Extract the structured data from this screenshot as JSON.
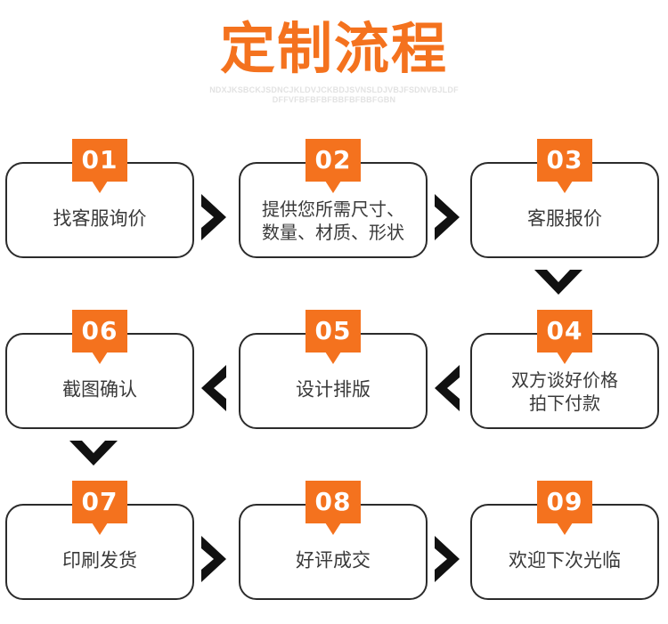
{
  "header": {
    "title": "定制流程",
    "subtitle_lines": [
      "NDXJKSBCKJSDNCJKLDVJCKBDJSVNSLDJVBJFSDNVBJLDF",
      "DFFVFBFBFBFBBFBFBBFGBN"
    ]
  },
  "colors": {
    "accent_orange": "#F4721E",
    "box_border": "#2B2B2B",
    "text_dark": "#3A3A3A",
    "subtitle_gray": "#E2E2E2",
    "background": "#FFFFFF"
  },
  "flow": {
    "rows": [
      {
        "direction": "left-to-right",
        "arrow_glyph": ">",
        "steps": [
          {
            "number": "01",
            "label": "找客服询价",
            "lines": 1
          },
          {
            "number": "02",
            "label": "提供您所需尺寸、\n数量、材质、形状",
            "lines": 2
          },
          {
            "number": "03",
            "label": "客服报价",
            "lines": 1
          }
        ]
      },
      {
        "direction": "right-to-left",
        "arrow_glyph": "<",
        "steps": [
          {
            "number": "06",
            "label": "截图确认",
            "lines": 1
          },
          {
            "number": "05",
            "label": "设计排版",
            "lines": 1
          },
          {
            "number": "04",
            "label": "双方谈好价格\n拍下付款",
            "lines": 2
          }
        ]
      },
      {
        "direction": "left-to-right",
        "arrow_glyph": ">",
        "steps": [
          {
            "number": "07",
            "label": "印刷发货",
            "lines": 1
          },
          {
            "number": "08",
            "label": "好评成交",
            "lines": 1
          },
          {
            "number": "09",
            "label": "欢迎下次光临",
            "lines": 1
          }
        ]
      }
    ],
    "vertical_connectors": [
      {
        "position": "right",
        "glyph": "V",
        "from_step": "03",
        "to_step": "04"
      },
      {
        "position": "left",
        "glyph": "V",
        "from_step": "06",
        "to_step": "07"
      }
    ]
  }
}
